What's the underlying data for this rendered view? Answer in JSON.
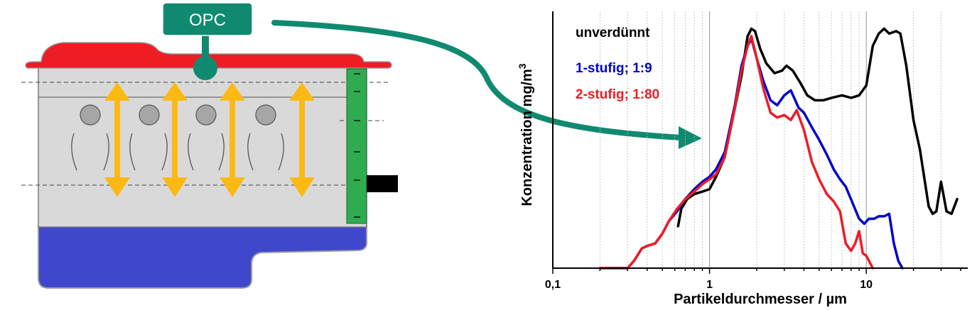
{
  "diagram": {
    "opc_label": "OPC",
    "colors": {
      "teal": "#0f8a70",
      "lid_red": "#ee1c25",
      "sump_blue": "#3f48cc",
      "body_gray": "#d9d9d9",
      "arrow_yellow": "#fdb913",
      "filter_green": "#2fac50"
    }
  },
  "chart_data": {
    "type": "line",
    "x_scale": "log",
    "xlim": [
      0.1,
      40
    ],
    "ylim": [
      0,
      1
    ],
    "xlabel": "Partikeldurchmesser / µm",
    "ylabel": "Konzentration  mg/m",
    "ylabel_sup": "3",
    "x_ticks": [
      {
        "value": 0.1,
        "label": "0,1"
      },
      {
        "value": 1,
        "label": "1"
      },
      {
        "value": 10,
        "label": "10"
      }
    ],
    "series": [
      {
        "name": "unverdünnt",
        "color": "#000000",
        "points": [
          [
            0.63,
            0.17
          ],
          [
            0.66,
            0.24
          ],
          [
            0.72,
            0.28
          ],
          [
            0.8,
            0.3
          ],
          [
            0.9,
            0.31
          ],
          [
            1.0,
            0.32
          ],
          [
            1.1,
            0.37
          ],
          [
            1.25,
            0.45
          ],
          [
            1.4,
            0.6
          ],
          [
            1.6,
            0.78
          ],
          [
            1.75,
            0.94
          ],
          [
            1.85,
            0.97
          ],
          [
            1.95,
            0.96
          ],
          [
            2.1,
            0.89
          ],
          [
            2.3,
            0.83
          ],
          [
            2.6,
            0.79
          ],
          [
            2.9,
            0.8
          ],
          [
            3.1,
            0.82
          ],
          [
            3.4,
            0.8
          ],
          [
            3.8,
            0.75
          ],
          [
            4.2,
            0.7
          ],
          [
            4.7,
            0.68
          ],
          [
            5.3,
            0.68
          ],
          [
            6.0,
            0.69
          ],
          [
            7.0,
            0.7
          ],
          [
            8.0,
            0.69
          ],
          [
            9.0,
            0.7
          ],
          [
            10.0,
            0.74
          ],
          [
            11.0,
            0.9
          ],
          [
            12.0,
            0.95
          ],
          [
            13.0,
            0.97
          ],
          [
            14.0,
            0.95
          ],
          [
            15.5,
            0.96
          ],
          [
            16.5,
            0.95
          ],
          [
            18.0,
            0.82
          ],
          [
            20.0,
            0.6
          ],
          [
            22.0,
            0.48
          ],
          [
            25.0,
            0.25
          ],
          [
            26.5,
            0.22
          ],
          [
            28.0,
            0.23
          ],
          [
            30.0,
            0.35
          ],
          [
            32.5,
            0.23
          ],
          [
            35.0,
            0.22
          ],
          [
            38.0,
            0.28
          ]
        ]
      },
      {
        "name": "1-stufig; 1:9",
        "color": "#0000cc",
        "points": [
          [
            0.2,
            0.0
          ],
          [
            0.3,
            0.0
          ],
          [
            0.33,
            0.03
          ],
          [
            0.37,
            0.08
          ],
          [
            0.4,
            0.09
          ],
          [
            0.45,
            0.1
          ],
          [
            0.5,
            0.14
          ],
          [
            0.55,
            0.19
          ],
          [
            0.62,
            0.23
          ],
          [
            0.7,
            0.28
          ],
          [
            0.8,
            0.32
          ],
          [
            0.9,
            0.35
          ],
          [
            1.0,
            0.37
          ],
          [
            1.1,
            0.4
          ],
          [
            1.25,
            0.47
          ],
          [
            1.45,
            0.66
          ],
          [
            1.6,
            0.82
          ],
          [
            1.75,
            0.9
          ],
          [
            1.85,
            0.93
          ],
          [
            2.0,
            0.85
          ],
          [
            2.2,
            0.76
          ],
          [
            2.45,
            0.68
          ],
          [
            2.7,
            0.66
          ],
          [
            3.0,
            0.7
          ],
          [
            3.3,
            0.72
          ],
          [
            3.7,
            0.65
          ],
          [
            4.0,
            0.63
          ],
          [
            4.5,
            0.57
          ],
          [
            5.0,
            0.52
          ],
          [
            5.6,
            0.46
          ],
          [
            6.2,
            0.4
          ],
          [
            6.8,
            0.36
          ],
          [
            7.4,
            0.33
          ],
          [
            8.1,
            0.27
          ],
          [
            9.0,
            0.2
          ],
          [
            9.7,
            0.18
          ],
          [
            10.4,
            0.2
          ],
          [
            11.2,
            0.2
          ],
          [
            12.0,
            0.21
          ],
          [
            13.0,
            0.21
          ],
          [
            14.0,
            0.22
          ],
          [
            15.0,
            0.1
          ],
          [
            16.0,
            0.03
          ],
          [
            17.0,
            0.0
          ]
        ]
      },
      {
        "name": "2-stufig; 1:80",
        "color": "#ee1c25",
        "points": [
          [
            0.2,
            0.0
          ],
          [
            0.3,
            0.0
          ],
          [
            0.33,
            0.03
          ],
          [
            0.37,
            0.08
          ],
          [
            0.4,
            0.09
          ],
          [
            0.45,
            0.1
          ],
          [
            0.5,
            0.14
          ],
          [
            0.55,
            0.19
          ],
          [
            0.62,
            0.24
          ],
          [
            0.7,
            0.28
          ],
          [
            0.8,
            0.31
          ],
          [
            0.9,
            0.34
          ],
          [
            1.0,
            0.36
          ],
          [
            1.1,
            0.38
          ],
          [
            1.25,
            0.45
          ],
          [
            1.45,
            0.65
          ],
          [
            1.6,
            0.8
          ],
          [
            1.75,
            0.9
          ],
          [
            1.85,
            0.94
          ],
          [
            2.0,
            0.85
          ],
          [
            2.2,
            0.73
          ],
          [
            2.45,
            0.63
          ],
          [
            2.7,
            0.61
          ],
          [
            3.0,
            0.62
          ],
          [
            3.3,
            0.6
          ],
          [
            3.6,
            0.64
          ],
          [
            4.0,
            0.56
          ],
          [
            4.5,
            0.43
          ],
          [
            5.0,
            0.36
          ],
          [
            5.6,
            0.3
          ],
          [
            6.2,
            0.27
          ],
          [
            6.8,
            0.23
          ],
          [
            7.4,
            0.1
          ],
          [
            8.0,
            0.07
          ],
          [
            8.5,
            0.1
          ],
          [
            9.0,
            0.15
          ],
          [
            9.5,
            0.06
          ],
          [
            10.0,
            0.05
          ],
          [
            11.0,
            0.0
          ]
        ]
      }
    ],
    "legend_position": "top-left",
    "grid": "vertical minor gridlines"
  }
}
